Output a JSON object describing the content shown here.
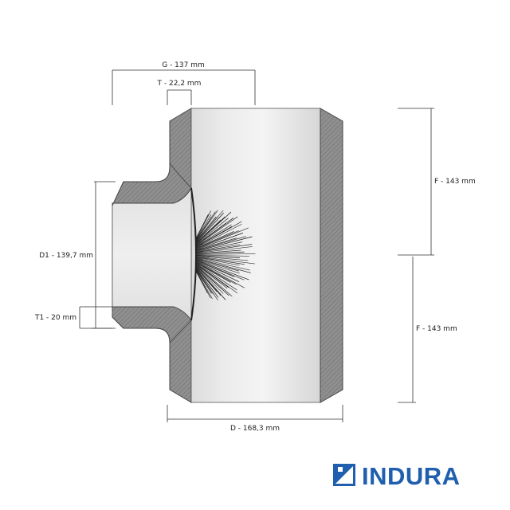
{
  "dimensions": {
    "g": "G - 137 mm",
    "t": "T - 22,2 mm",
    "f_upper": "F - 143 mm",
    "f_lower": "F - 143 mm",
    "d1": "D1 - 139,7 mm",
    "t1": "T1 - 20 mm",
    "d": "D - 168,3 mm"
  },
  "brand": {
    "name": "INDURA",
    "color": "#1f5fae"
  },
  "colors": {
    "wall": "#8a8a8a",
    "bore": "#e6e6e6",
    "outline": "#444444"
  }
}
